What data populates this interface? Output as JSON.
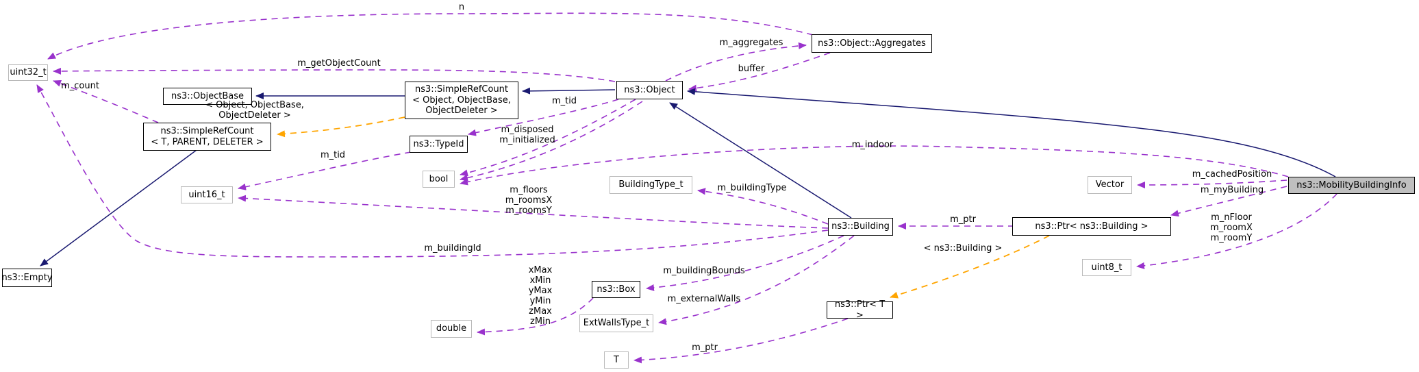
{
  "diagram": {
    "kind": "doxygen-collaboration-graph",
    "current_class": "ns3::MobilityBuildingInfo",
    "colors": {
      "usage_edge": "#9932CC",
      "inheritance_edge": "#191970",
      "template_edge": "#FFA500",
      "highlight_fill": "#BFBFBF",
      "node_border": "#000000",
      "external_node_border": "#B9B9B9"
    }
  },
  "nodes": {
    "uint32": {
      "label": "uint32_t"
    },
    "objectbase": {
      "label": "ns3::ObjectBase"
    },
    "src_object": {
      "label": "ns3::SimpleRefCount\n< Object, ObjectBase,\nObjectDeleter >"
    },
    "object": {
      "label": "ns3::Object"
    },
    "aggregates": {
      "label": "ns3::Object::Aggregates"
    },
    "src_t": {
      "label": "ns3::SimpleRefCount\n< T, PARENT, DELETER >"
    },
    "typeid": {
      "label": "ns3::TypeId"
    },
    "bool": {
      "label": "bool"
    },
    "uint16": {
      "label": "uint16_t"
    },
    "buildingtype": {
      "label": "BuildingType_t"
    },
    "vector": {
      "label": "Vector"
    },
    "mobility": {
      "label": "ns3::MobilityBuildingInfo"
    },
    "building": {
      "label": "ns3::Building"
    },
    "ptr_building": {
      "label": "ns3::Ptr< ns3::Building >"
    },
    "uint8": {
      "label": "uint8_t"
    },
    "ptr_t": {
      "label": "ns3::Ptr< T >"
    },
    "empty": {
      "label": "ns3::Empty"
    },
    "box": {
      "label": "ns3::Box"
    },
    "extwalls": {
      "label": "ExtWallsType_t"
    },
    "double": {
      "label": "double"
    },
    "t": {
      "label": "T"
    }
  },
  "edge_labels": {
    "n": {
      "text": "n"
    },
    "get_object_count": {
      "text": "m_getObjectCount"
    },
    "count": {
      "text": "m_count"
    },
    "tmpl_object": {
      "text": "< Object, ObjectBase,\nObjectDeleter >"
    },
    "tid_object": {
      "text": "m_tid"
    },
    "aggregates": {
      "text": "m_aggregates"
    },
    "buffer": {
      "text": "buffer"
    },
    "disposed_initialized": {
      "text": "m_disposed\nm_initialized"
    },
    "tid_typeid": {
      "text": "m_tid"
    },
    "indoor": {
      "text": "m_indoor"
    },
    "building_type": {
      "text": "m_buildingType"
    },
    "floors_rooms": {
      "text": "m_floors\nm_roomsX\nm_roomsY"
    },
    "cached_position": {
      "text": "m_cachedPosition"
    },
    "my_building": {
      "text": "m_myBuilding"
    },
    "ptr_building": {
      "text": "m_ptr"
    },
    "tmpl_building": {
      "text": "< ns3::Building >"
    },
    "nfloor_rooms": {
      "text": "m_nFloor\nm_roomX\nm_roomY"
    },
    "building_id": {
      "text": "m_buildingId"
    },
    "box_coords": {
      "text": "xMax\nxMin\nyMax\nyMin\nzMax\nzMin"
    },
    "building_bounds": {
      "text": "m_buildingBounds"
    },
    "external_walls": {
      "text": "m_externalWalls"
    },
    "ptr_t": {
      "text": "m_ptr"
    }
  },
  "edges": [
    {
      "from": "ns3::Object::Aggregates",
      "to": "uint32_t",
      "label": "n",
      "style": "usage"
    },
    {
      "from": "ns3::Object",
      "to": "uint32_t",
      "label": "m_getObjectCount",
      "style": "usage"
    },
    {
      "from": "ns3::SimpleRefCount< T, PARENT, DELETER >",
      "to": "uint32_t",
      "label": "m_count",
      "style": "usage"
    },
    {
      "from": "ns3::Building",
      "to": "uint32_t",
      "label": "m_buildingId",
      "style": "usage"
    },
    {
      "from": "ns3::Object",
      "to": "ns3::Object::Aggregates",
      "label": "m_aggregates",
      "style": "usage"
    },
    {
      "from": "ns3::Object::Aggregates",
      "to": "ns3::Object",
      "label": "buffer",
      "style": "usage"
    },
    {
      "from": "ns3::Object",
      "to": "ns3::SimpleRefCount< Object, ObjectBase, ObjectDeleter >",
      "label": "",
      "style": "inheritance"
    },
    {
      "from": "ns3::SimpleRefCount< Object, ObjectBase, ObjectDeleter >",
      "to": "ns3::ObjectBase",
      "label": "",
      "style": "inheritance"
    },
    {
      "from": "ns3::SimpleRefCount< Object, ObjectBase, ObjectDeleter >",
      "to": "ns3::SimpleRefCount< T, PARENT, DELETER >",
      "label": "< Object, ObjectBase, ObjectDeleter >",
      "style": "template"
    },
    {
      "from": "ns3::SimpleRefCount< T, PARENT, DELETER >",
      "to": "ns3::Empty",
      "label": "",
      "style": "inheritance"
    },
    {
      "from": "ns3::Object",
      "to": "ns3::TypeId",
      "label": "m_tid",
      "style": "usage"
    },
    {
      "from": "ns3::TypeId",
      "to": "uint16_t",
      "label": "m_tid",
      "style": "usage"
    },
    {
      "from": "ns3::Object",
      "to": "bool",
      "label": "m_disposed m_initialized",
      "style": "usage"
    },
    {
      "from": "ns3::MobilityBuildingInfo",
      "to": "bool",
      "label": "m_indoor",
      "style": "usage"
    },
    {
      "from": "ns3::MobilityBuildingInfo",
      "to": "ns3::Object",
      "label": "",
      "style": "inheritance"
    },
    {
      "from": "ns3::Building",
      "to": "ns3::Object",
      "label": "",
      "style": "inheritance"
    },
    {
      "from": "ns3::Building",
      "to": "BuildingType_t",
      "label": "m_buildingType",
      "style": "usage"
    },
    {
      "from": "ns3::Building",
      "to": "uint16_t",
      "label": "m_floors m_roomsX m_roomsY",
      "style": "usage"
    },
    {
      "from": "ns3::MobilityBuildingInfo",
      "to": "Vector",
      "label": "m_cachedPosition",
      "style": "usage"
    },
    {
      "from": "ns3::MobilityBuildingInfo",
      "to": "ns3::Ptr< ns3::Building >",
      "label": "m_myBuilding",
      "style": "usage"
    },
    {
      "from": "ns3::MobilityBuildingInfo",
      "to": "uint8_t",
      "label": "m_nFloor m_roomX m_roomY",
      "style": "usage"
    },
    {
      "from": "ns3::Ptr< ns3::Building >",
      "to": "ns3::Building",
      "label": "m_ptr",
      "style": "usage"
    },
    {
      "from": "ns3::Ptr< ns3::Building >",
      "to": "ns3::Ptr< T >",
      "label": "< ns3::Building >",
      "style": "template"
    },
    {
      "from": "ns3::Building",
      "to": "ns3::Box",
      "label": "m_buildingBounds",
      "style": "usage"
    },
    {
      "from": "ns3::Building",
      "to": "ExtWallsType_t",
      "label": "m_externalWalls",
      "style": "usage"
    },
    {
      "from": "ns3::Box",
      "to": "double",
      "label": "xMax xMin yMax yMin zMax zMin",
      "style": "usage"
    },
    {
      "from": "ns3::Ptr< T >",
      "to": "T",
      "label": "m_ptr",
      "style": "usage"
    }
  ]
}
